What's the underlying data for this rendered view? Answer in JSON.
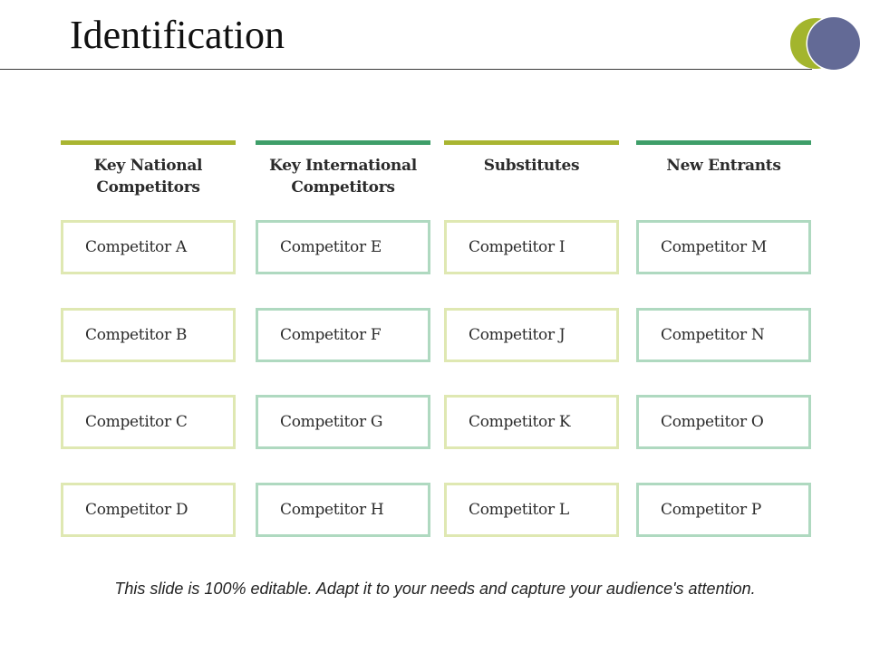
{
  "slide": {
    "title": "Identification",
    "footer": "This slide is 100% editable. Adapt it to your needs and capture your audience's attention."
  },
  "decoration": {
    "circle_green_color": "#a3b52d",
    "circle_blue_color": "#636a96"
  },
  "colors": {
    "olive_bar": "#a9b531",
    "green_bar": "#3e9e69",
    "olive_box_border": "#dfe8b2",
    "green_box_border": "#afd9c0"
  },
  "columns": [
    {
      "header": "Key National\nCompetitors",
      "theme": "olive",
      "items": [
        "Competitor A",
        "Competitor B",
        "Competitor C",
        "Competitor D"
      ]
    },
    {
      "header": "Key International\nCompetitors",
      "theme": "green",
      "items": [
        "Competitor E",
        "Competitor F",
        "Competitor G",
        "Competitor H"
      ]
    },
    {
      "header": "Substitutes",
      "theme": "olive",
      "items": [
        "Competitor I",
        "Competitor J",
        "Competitor K",
        "Competitor L"
      ]
    },
    {
      "header": "New Entrants",
      "theme": "green",
      "items": [
        "Competitor M",
        "Competitor N",
        "Competitor O",
        "Competitor P"
      ]
    }
  ]
}
